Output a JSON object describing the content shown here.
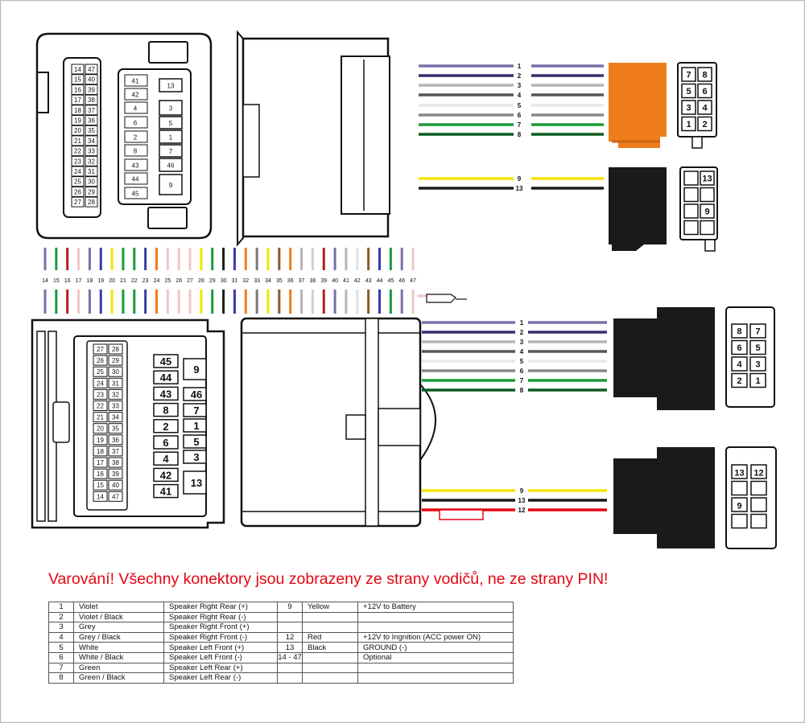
{
  "warning": "Varování! Všechny konektory jsou zobrazeny ze strany vodičů, ne ze strany PIN!",
  "colors": {
    "violet": "#7b6fa8",
    "violet_black": "#3a2f6e",
    "grey": "#b5b5b5",
    "grey_black": "#555555",
    "white": "#e8e8e8",
    "white_black": "#888888",
    "green": "#1a9a3a",
    "green_black": "#0d5a22",
    "yellow": "#f5e400",
    "black": "#1a1a1a",
    "red": "#e30613",
    "orange": "#ef7d1a",
    "warning": "#e30613"
  },
  "iso_top_wires": [
    "1",
    "2",
    "3",
    "4",
    "5",
    "6",
    "7",
    "8"
  ],
  "iso_top_wires_b": [
    "9",
    "13"
  ],
  "iso_bottom_wires": [
    "1",
    "2",
    "3",
    "4",
    "5",
    "6",
    "7",
    "8"
  ],
  "iso_bottom_wires_b": [
    "9",
    "13",
    "12"
  ],
  "pin_box_a": [
    "7",
    "8",
    "5",
    "6",
    "3",
    "4",
    "1",
    "2"
  ],
  "pin_box_b": [
    "13",
    "9"
  ],
  "pin_box_c": [
    "8",
    "7",
    "6",
    "5",
    "4",
    "3",
    "2",
    "1"
  ],
  "pin_box_d": [
    "13",
    "12",
    "9"
  ],
  "middle_wire_numbers": [
    "14",
    "15",
    "16",
    "17",
    "18",
    "19",
    "20",
    "21",
    "22",
    "23",
    "24",
    "25",
    "26",
    "27",
    "28",
    "29",
    "30",
    "31",
    "32",
    "33",
    "34",
    "35",
    "36",
    "37",
    "38",
    "39",
    "40",
    "41",
    "42",
    "43",
    "44",
    "45",
    "46",
    "47"
  ],
  "top_conn_left_col": [
    "14",
    "15",
    "16",
    "17",
    "18",
    "19",
    "20",
    "21",
    "22",
    "23",
    "24",
    "25",
    "26",
    "27"
  ],
  "top_conn_right_col": [
    "47",
    "40",
    "39",
    "38",
    "37",
    "36",
    "35",
    "34",
    "33",
    "32",
    "31",
    "30",
    "29",
    "28"
  ],
  "top_conn_mid": [
    "41",
    "42",
    "4",
    "6",
    "2",
    "8",
    "43",
    "44",
    "45"
  ],
  "top_conn_inner": [
    "13",
    "3",
    "5",
    "1",
    "7",
    "46",
    "9"
  ],
  "bottom_conn_left_col": [
    "27",
    "26",
    "25",
    "24",
    "23",
    "22",
    "21",
    "20",
    "19",
    "18",
    "17",
    "16",
    "15",
    "14"
  ],
  "bottom_conn_right_col": [
    "28",
    "29",
    "30",
    "31",
    "32",
    "33",
    "34",
    "35",
    "36",
    "37",
    "38",
    "39",
    "40",
    "47"
  ],
  "bottom_conn_big_left": [
    "45",
    "44",
    "43",
    "8",
    "2",
    "6",
    "4",
    "42",
    "41"
  ],
  "bottom_conn_big_right": [
    "9",
    "46",
    "7",
    "1",
    "5",
    "3",
    "13"
  ],
  "legend": [
    {
      "n": "1",
      "color": "Violet",
      "func": "Speaker Right Rear (+)",
      "n2": "9",
      "color2": "Yellow",
      "func2": "+12V to Battery"
    },
    {
      "n": "2",
      "color": "Violet / Black",
      "func": "Speaker Right Rear (-)",
      "n2": "",
      "color2": "",
      "func2": ""
    },
    {
      "n": "3",
      "color": "Grey",
      "func": "Speaker Right Front (+)",
      "n2": "",
      "color2": "",
      "func2": ""
    },
    {
      "n": "4",
      "color": "Grey / Black",
      "func": "Speaker Right Front (-)",
      "n2": "12",
      "color2": "Red",
      "func2": "+12V to Ingnition (ACC power ON)"
    },
    {
      "n": "5",
      "color": "White",
      "func": "Speaker Left Front (+)",
      "n2": "13",
      "color2": "Black",
      "func2": "GROUND (-)"
    },
    {
      "n": "6",
      "color": "White / Black",
      "func": "Speaker Left Front (-)",
      "n2": "14 - 47",
      "color2": "",
      "func2": "Optional"
    },
    {
      "n": "7",
      "color": "Green",
      "func": "Speaker Left Rear (+)",
      "n2": "",
      "color2": "",
      "func2": ""
    },
    {
      "n": "8",
      "color": "Green / Black",
      "func": "Speaker Left Rear (-)",
      "n2": "",
      "color2": "",
      "func2": ""
    }
  ]
}
